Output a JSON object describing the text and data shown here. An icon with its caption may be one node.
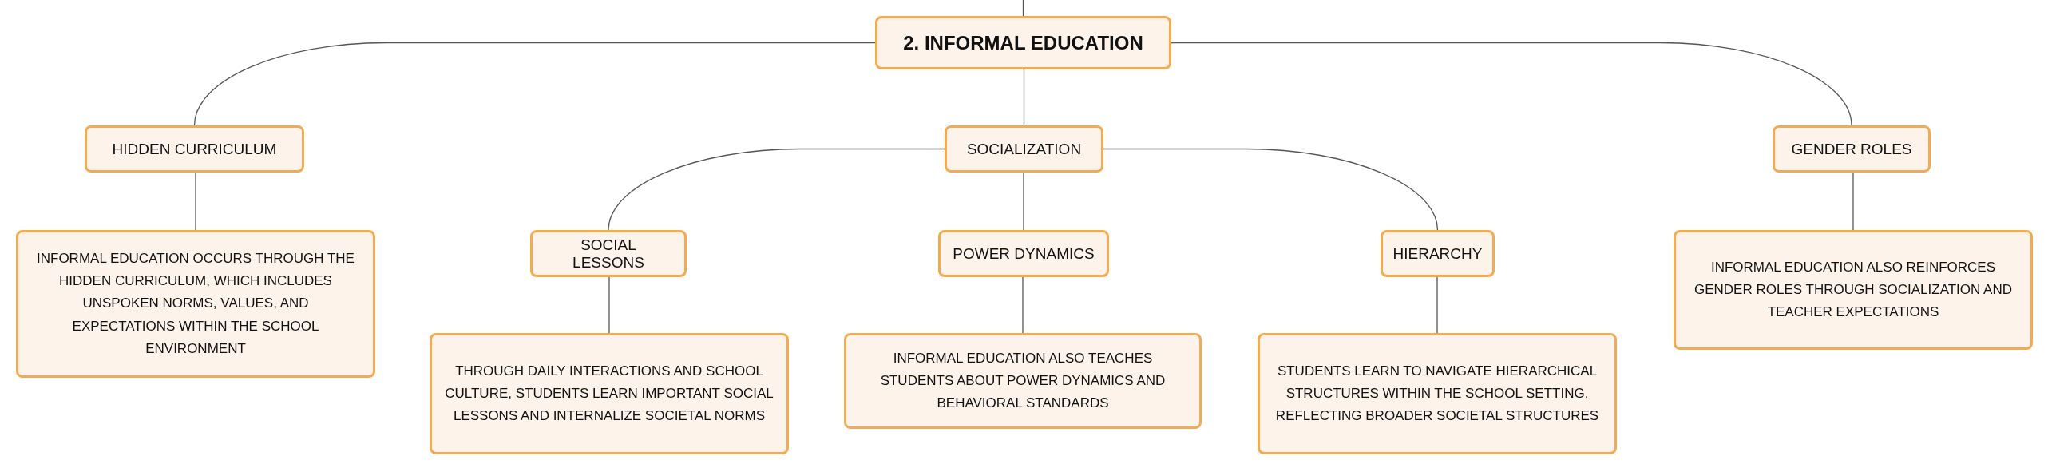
{
  "diagram": {
    "nodes": [
      {
        "text": [
          "2. INFORMAL EDUCATION"
        ]
      },
      {
        "text": [
          "HIDDEN CURRICULUM"
        ]
      },
      {
        "text": [
          "SOCIALIZATION"
        ]
      },
      {
        "text": [
          "GENDER ROLES"
        ]
      },
      {
        "text": [
          "INFORMAL EDUCATION OCCURS THROUGH THE HIDDEN CURRICULUM, WHICH INCLUDES UNSPOKEN NORMS, VALUES, AND EXPECTATIONS WITHIN THE SCHOOL ENVIRONMENT"
        ]
      },
      {
        "text": [
          "SOCIAL LESSONS"
        ]
      },
      {
        "text": [
          "POWER DYNAMICS"
        ]
      },
      {
        "text": [
          "HIERARCHY"
        ]
      },
      {
        "text": [
          "INFORMAL EDUCATION ALSO REINFORCES GENDER ROLES THROUGH SOCIALIZATION AND TEACHER EXPECTATIONS"
        ]
      },
      {
        "text": [
          "THROUGH DAILY INTERACTIONS AND SCHOOL CULTURE, STUDENTS LEARN IMPORTANT SOCIAL LESSONS AND INTERNALIZE SOCIETAL NORMS"
        ]
      },
      {
        "text": [
          "INFORMAL EDUCATION ALSO TEACHES STUDENTS ABOUT POWER DYNAMICS AND BEHAVIORAL STANDARDS"
        ]
      },
      {
        "text": [
          "STUDENTS LEARN TO NAVIGATE HIERARCHICAL STRUCTURES WITHIN THE SCHOOL SETTING, REFLECTING BROADER SOCIETAL STRUCTURES"
        ]
      }
    ],
    "edges": [
      {
        "from": null,
        "to": 0,
        "arrow": "none"
      },
      {
        "from": 0,
        "to": 1,
        "arrow": "none"
      },
      {
        "from": 0,
        "to": 2,
        "arrow": "none"
      },
      {
        "from": 0,
        "to": 3,
        "arrow": "none"
      },
      {
        "from": 1,
        "to": 4,
        "arrow": "none"
      },
      {
        "from": 2,
        "to": 5,
        "arrow": "none"
      },
      {
        "from": 2,
        "to": 6,
        "arrow": "none"
      },
      {
        "from": 2,
        "to": 7,
        "arrow": "none"
      },
      {
        "from": 3,
        "to": 8,
        "arrow": "none"
      },
      {
        "from": 5,
        "to": 9,
        "arrow": "none"
      },
      {
        "from": 6,
        "to": 10,
        "arrow": "none"
      },
      {
        "from": 7,
        "to": 11,
        "arrow": "none"
      }
    ]
  }
}
